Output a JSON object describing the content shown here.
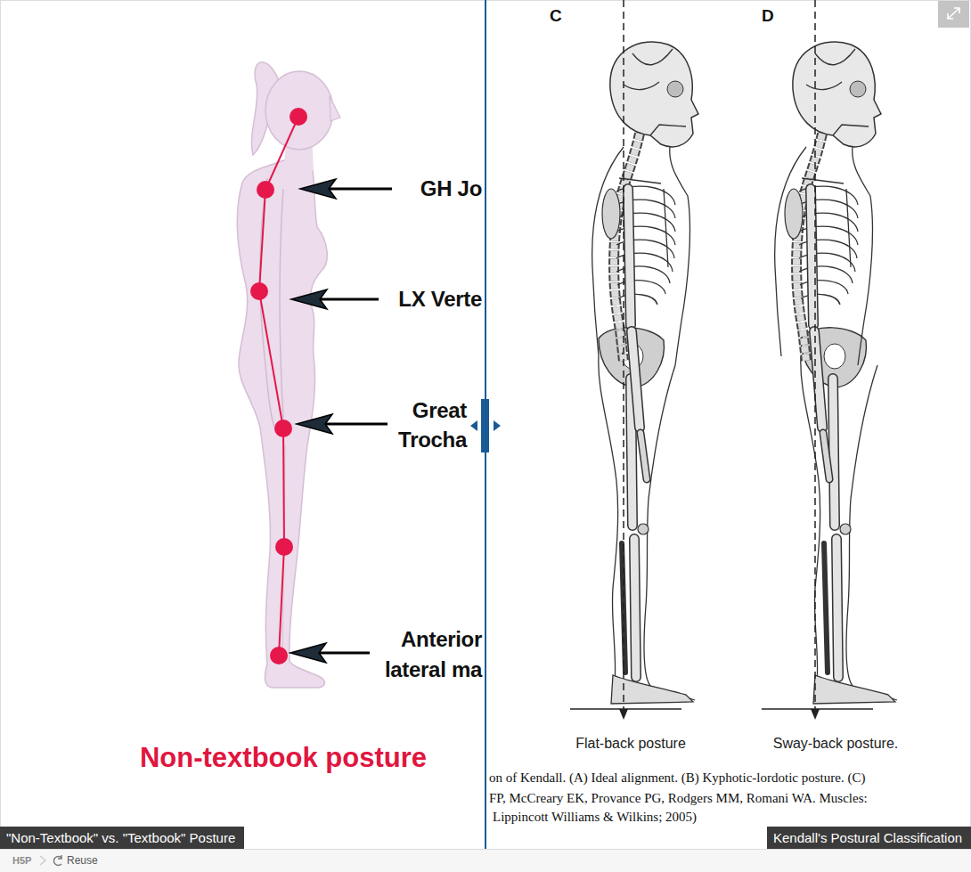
{
  "diagram": {
    "nodes": [
      {
        "text": [
          "\"Non-Textbook\" vs. \"Textbook\" Posture"
        ]
      },
      {
        "text": [
          "Kendall's Postural Classification"
        ]
      }
    ],
    "labels": [
      "GH Jo",
      "LX Verte",
      "Great Trocha",
      "Anterior lateral ma",
      "Non-textbook posture",
      "C",
      "D",
      "Flat-back posture",
      "Sway-back posture.",
      "on of Kendall. (A) Ideal alignment. (B) Kyphotic-lordotic posture. (C)",
      "FP, McCreary EK, Provance PG, Rodgers MM, Romani WA. Muscles:",
      "Lippincott Williams & Wilkins; 2005)",
      "H5P",
      "Reuse"
    ]
  }
}
